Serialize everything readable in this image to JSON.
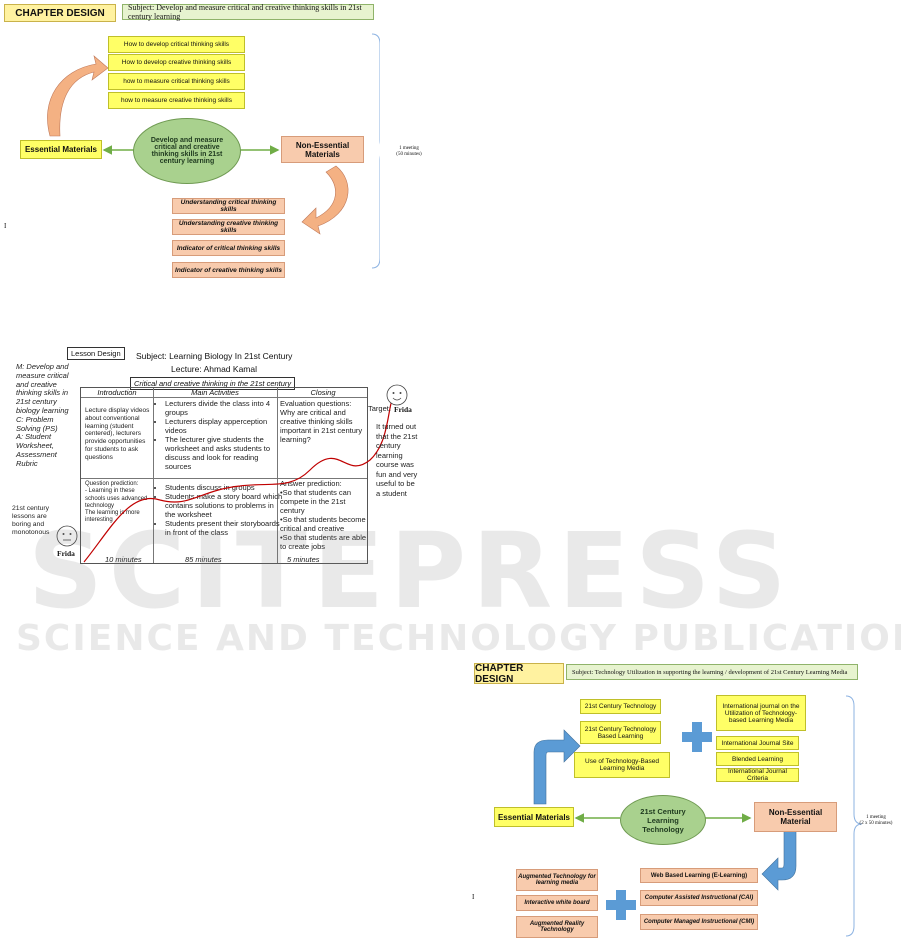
{
  "d1": {
    "header": "CHAPTER DESIGN",
    "subject": "Subject: Develop and measure critical and creative thinking skills in 21st century learning",
    "top_items": [
      "How to develop critical thinking skills",
      "How to develop creative thinking skills",
      "how to measure critical thinking skills",
      "how to measure creative thinking skills"
    ],
    "center": "Develop and measure critical and creative thinking skills in 21st century learning",
    "essential": "Essential Materials",
    "non_essential": "Non-Essential Materials",
    "bottom_items": [
      "Understanding critical thinking skills",
      "Understanding creative thinking skills",
      "Indicator of critical thinking skills",
      "Indicator of creative thinking skills"
    ],
    "meeting": "1 meeting\n(50 minutes)",
    "cursor": "I"
  },
  "d2": {
    "lesson_design": "Lesson Design",
    "subject": "Subject:  Learning Biology In 21st Century",
    "lecture": "Lecture: Ahmad Kamal",
    "banner": "Critical and creative thinking in the 21st century",
    "left_note": "M: Develop and measure critical and creative thinking skills in 21st century biology learning\nC: Problem Solving (PS)\nA: Student Worksheet, Assessment Rubric",
    "bottom_left_note": "21st century lessons are boring and monotonous",
    "frida_start": "Frida",
    "target": "Target:",
    "frida_end": "Frida",
    "right_note": "It turned out that the 21st century learning course was fun and very useful to be a student",
    "columns": [
      "Introduction",
      "Main Activities",
      "Closing"
    ],
    "intro_top": "Lecture display videos about conventional learning (student centered), lecturers provide opportunities for students to ask questions",
    "intro_bottom": "Question prediction:\n- Learning in these schools uses advanced technology\n  The learning is more interesting",
    "main_top": [
      "Lecturers divide the class into 4 groups",
      "Lecturers display apperception videos",
      "The lecturer give students the worksheet and asks students to discuss and look for reading sources"
    ],
    "main_bottom": [
      "Students discuss in groups",
      "Students make a story board which contains solutions to problems in the worksheet",
      "Students present their storyboards in front of the class"
    ],
    "closing_top": "Evaluation questions:\nWhy are critical and creative thinking skills important in 21st century learning?",
    "closing_bottom_title": "Answer prediction:",
    "closing_bottom": [
      "So that students can compete in the 21st century",
      "So that students become critical and creative",
      "So that students are able to create jobs"
    ],
    "times": [
      "10 minutes",
      "85 minutes",
      "5 minutes"
    ]
  },
  "watermark": {
    "line1": "SCITEPRESS",
    "line2": "SCIENCE AND TECHNOLOGY PUBLICATIONS"
  },
  "d3": {
    "header": "CHAPTER DESIGN",
    "subject": "Subject: Technology Utilization in supporting the learning / development of 21st Century Learning Media",
    "top_items": [
      "21st Century Technology",
      "21st Century Technology Based Learning",
      "Use of Technology-Based Learning Media"
    ],
    "right_items": [
      "International journal on the Utilization of Technology-based Learning Media",
      "International Journal Site",
      "Blended Learning",
      "International Journal Criteria"
    ],
    "center": "21st Century Learning Technology",
    "essential": "Essential Materials",
    "non_essential": "Non-Essential Material",
    "bottom_left": [
      "Augmented Technology for learning media",
      "Interactive white board",
      "Augmented Reality Technology"
    ],
    "bottom_right": [
      "Web Based Learning (E-Learning)",
      "Computer Assisted Instructional (CAI)",
      "Computer Managed Instructional (CMI)"
    ],
    "meeting": "1 meeting\n(2 x 50 minutes)",
    "cursor": "I"
  },
  "colors": {
    "yellow": "#ffff66",
    "peach": "#f8cbad",
    "green_oval": "#a9d18e",
    "arrow_green": "#70ad47",
    "blue_arrow": "#5b9bd5",
    "curve": "#c00000"
  }
}
